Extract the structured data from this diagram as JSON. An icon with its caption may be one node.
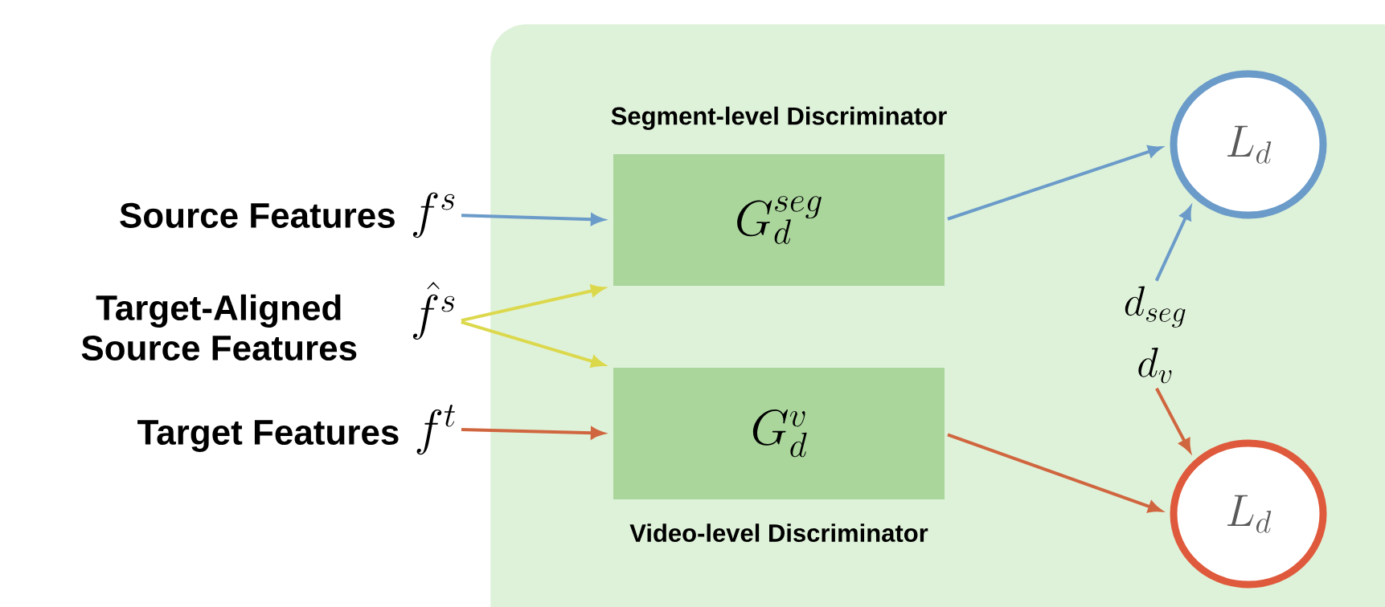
{
  "diagram": {
    "nodes": [
      {
        "text": [],
        "shape": "box"
      },
      {
        "text": [
          "Source Features",
          "f^s"
        ]
      },
      {
        "text": [
          "Target-Aligned Source Features",
          "\\hat{f}^s"
        ]
      },
      {
        "text": [
          "Target Features",
          "f^t"
        ]
      },
      {
        "text": [
          "Segment-level Discriminator",
          "G_d^{seg}"
        ],
        "in": 0
      },
      {
        "text": [
          "G_d^v",
          "Video-level Discriminator"
        ],
        "in": 0
      },
      {
        "text": [
          "L_d"
        ],
        "in": 0
      },
      {
        "text": [
          "L_d"
        ],
        "in": 0
      },
      {
        "text": [
          "d_{seg}"
        ],
        "in": 0
      },
      {
        "text": [
          "d_v"
        ],
        "in": 0
      }
    ],
    "edges": [
      {
        "from": 1,
        "to": 4,
        "arrow": "to",
        "color": "#6b9bc9"
      },
      {
        "from": 2,
        "to": 4,
        "arrow": "to",
        "color": "#dcd84c"
      },
      {
        "from": 2,
        "to": 5,
        "arrow": "to",
        "color": "#dcd84c"
      },
      {
        "from": 3,
        "to": 5,
        "arrow": "to",
        "color": "#d0663f"
      },
      {
        "from": 4,
        "to": 6,
        "arrow": "to",
        "color": "#6b9bc9"
      },
      {
        "from": 8,
        "to": 6,
        "arrow": "to",
        "color": "#6b9bc9"
      },
      {
        "from": 5,
        "to": 7,
        "arrow": "to",
        "color": "#d0663f"
      },
      {
        "from": 9,
        "to": 7,
        "arrow": "to",
        "color": "#d0663f"
      }
    ]
  }
}
